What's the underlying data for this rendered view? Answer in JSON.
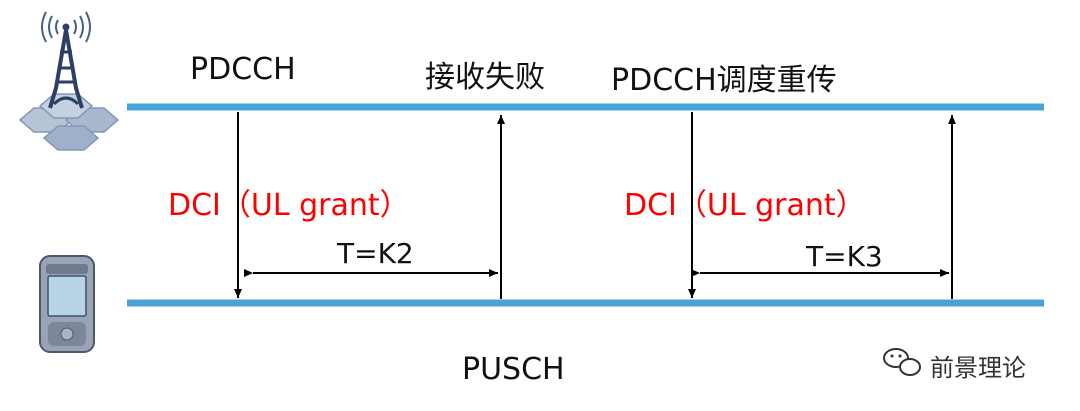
{
  "labels": {
    "pdcch": "PDCCH",
    "rx_fail": "接收失败",
    "pdcch_resched": "PDCCH调度重传",
    "dci_1": "DCI（UL grant）",
    "dci_2": "DCI（UL grant）",
    "t_k2": "T=K2",
    "t_k3": "T=K3",
    "pusch": "PUSCH"
  },
  "icons": {
    "base_station": "cell-tower-icon",
    "ue": "mobile-phone-icon",
    "watermark_logo": "wechat-icon"
  },
  "watermark": "前景理论",
  "colors": {
    "timeline": "#4aa3d8",
    "arrow": "#000000",
    "dci_text": "#ff0000"
  }
}
